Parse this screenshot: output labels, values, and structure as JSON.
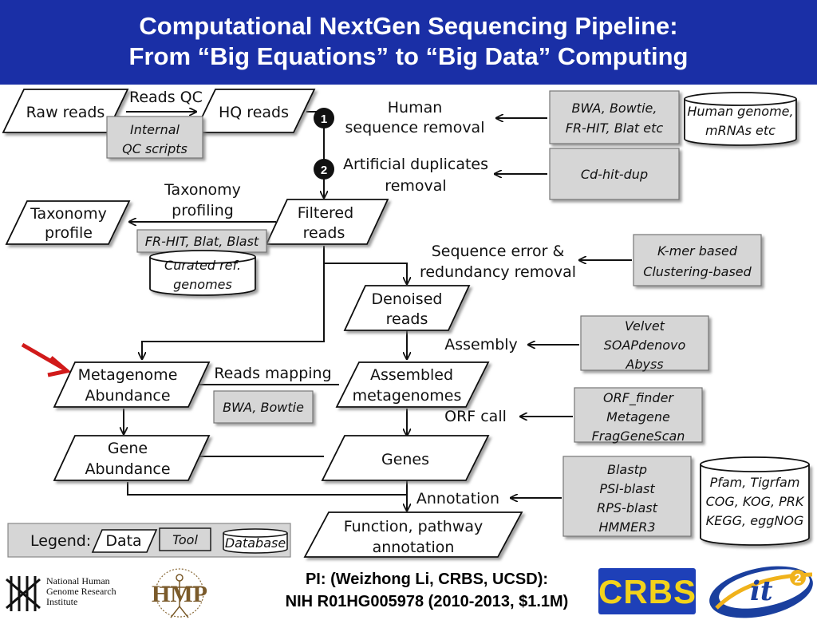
{
  "header": {
    "title_line1": "Computational NextGen Sequencing Pipeline:",
    "title_line2": "From “Big Equations” to “Big Data” Computing"
  },
  "data_nodes": {
    "raw_reads": "Raw reads",
    "hq_reads": "HQ reads",
    "taxonomy_profile_1": "Taxonomy",
    "taxonomy_profile_2": "profile",
    "filtered_reads_1": "Filtered",
    "filtered_reads_2": "reads",
    "denoised_reads_1": "Denoised",
    "denoised_reads_2": "reads",
    "assembled_1": "Assembled",
    "assembled_2": "metagenomes",
    "metagenome_abundance_1": "Metagenome",
    "metagenome_abundance_2": "Abundance",
    "gene_abundance_1": "Gene",
    "gene_abundance_2": "Abundance",
    "genes": "Genes",
    "function_1": "Function, pathway",
    "function_2": "annotation"
  },
  "steps": {
    "reads_qc": "Reads QC",
    "human_removal_1": "Human",
    "human_removal_2": "sequence removal",
    "dup_removal_1": "Artificial duplicates",
    "dup_removal_2": "removal",
    "taxonomy_profiling_1": "Taxonomy",
    "taxonomy_profiling_2": "profiling",
    "error_removal_1": "Sequence error &",
    "error_removal_2": "redundancy removal",
    "assembly": "Assembly",
    "reads_mapping": "Reads mapping",
    "orf_call": "ORF call",
    "annotation": "Annotation",
    "badge_1": "1",
    "badge_2": "2"
  },
  "tools": {
    "internal_qc_1": "Internal",
    "internal_qc_2": "QC scripts",
    "bwa_etc_1": "BWA, Bowtie,",
    "bwa_etc_2": "FR-HIT, Blat etc",
    "cd_hit": "Cd-hit-dup",
    "frhit_blat": "FR-HIT, Blat, Blast",
    "kmer_1": "K-mer based",
    "kmer_2": "Clustering-based",
    "velvet": "Velvet",
    "soap": "SOAPdenovo",
    "abyss": "Abyss",
    "bwa_bowtie": "BWA, Bowtie",
    "orf_finder": "ORF_finder",
    "metagene": "Metagene",
    "fraggenescan": "FragGeneScan",
    "blastp": "Blastp",
    "psi": "PSI-blast",
    "rps": "RPS-blast",
    "hmmer": "HMMER3"
  },
  "databases": {
    "human_genome_1": "Human genome,",
    "human_genome_2": "mRNAs etc",
    "curated_1": "Curated ref.",
    "curated_2": "genomes",
    "pfam_1": "Pfam, Tigrfam",
    "pfam_2": "COG, KOG, PRK",
    "pfam_3": "KEGG, eggNOG"
  },
  "legend": {
    "label": "Legend:",
    "data": "Data",
    "tool": "Tool",
    "database": "Database"
  },
  "footer": {
    "pi_line": "PI: (Weizhong Li, CRBS, UCSD):",
    "grant_line": "NIH R01HG005978 (2010-2013, $1.1M)",
    "nhgri_1": "National Human",
    "nhgri_2": "Genome Research",
    "nhgri_3": "Institute",
    "hmp": "HMP",
    "crbs": "CRBS",
    "it2": "it",
    "it2_sup": "2"
  },
  "colors": {
    "title_bg": "#1a2fa6",
    "tool_fill": "#d6d6d6",
    "highlight_arrow": "#d11a1a",
    "crbs_bg": "#1e40b8",
    "crbs_text": "#f2d21b"
  }
}
